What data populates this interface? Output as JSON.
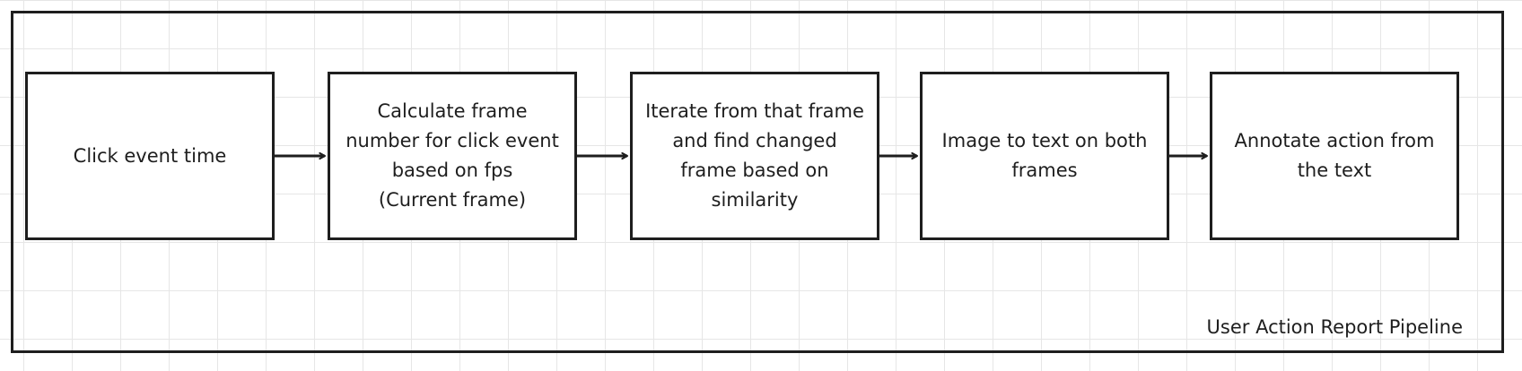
{
  "diagram": {
    "container_label": "User Action Report Pipeline",
    "nodes": [
      {
        "id": "n1",
        "label": "Click event time"
      },
      {
        "id": "n2",
        "label": "Calculate frame\nnumber for click event\nbased on fps\n(Current frame)"
      },
      {
        "id": "n3",
        "label": "Iterate from that frame\nand find changed\nframe based on\nsimilarity"
      },
      {
        "id": "n4",
        "label": "Image to text on both\nframes"
      },
      {
        "id": "n5",
        "label": "Annotate action from\nthe text"
      }
    ],
    "edges": [
      {
        "from": "n1",
        "to": "n2"
      },
      {
        "from": "n2",
        "to": "n3"
      },
      {
        "from": "n3",
        "to": "n4"
      },
      {
        "from": "n4",
        "to": "n5"
      }
    ],
    "colors": {
      "stroke": "#1e1e1e",
      "fill": "#ffffff",
      "grid": "#e6e6e6"
    }
  }
}
